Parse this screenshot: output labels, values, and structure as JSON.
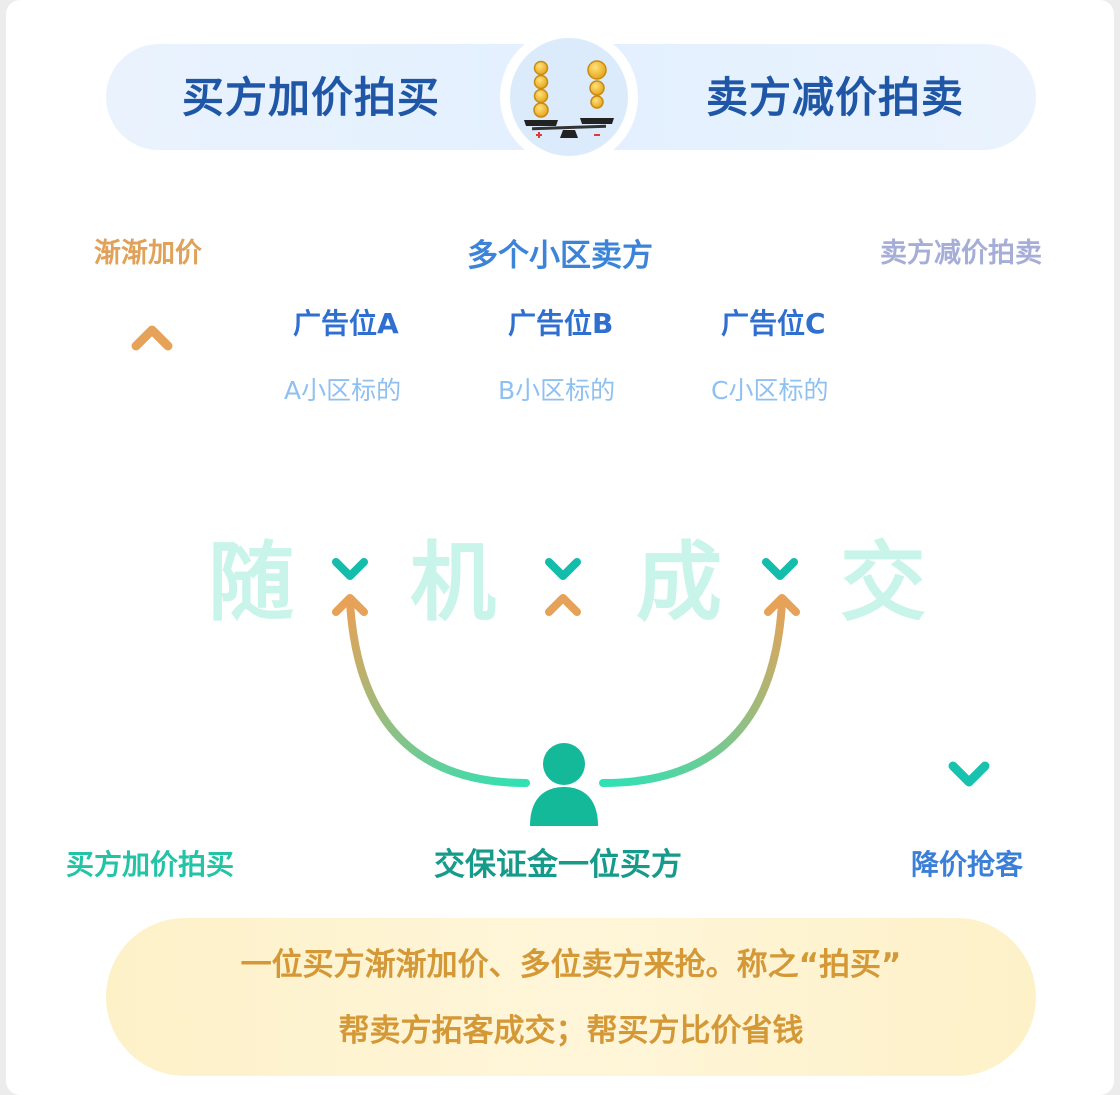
{
  "header": {
    "left_title": "买方加价拍买",
    "right_title": "卖方减价拍卖",
    "center_icon": "balance-scale-coins-icon"
  },
  "diagram": {
    "left_top_label": "渐渐加价",
    "sellers_title": "多个小区卖方",
    "right_top_label": "卖方减价拍卖",
    "ad_slots": [
      {
        "label": "广告位A",
        "target": "A小区标的"
      },
      {
        "label": "广告位B",
        "target": "B小区标的"
      },
      {
        "label": "广告位C",
        "target": "C小区标的"
      }
    ],
    "watermark": [
      "随",
      "机",
      "成",
      "交"
    ],
    "buyer_icon": "person-icon",
    "left_bottom_label": "买方加价拍买",
    "buyer_label": "交保证金一位买方",
    "right_bottom_label": "降价抢客"
  },
  "summary": {
    "line1": "一位买方渐渐加价、多位卖方来抢。称之“拍买”",
    "line2": "帮卖方拓客成交；帮买方比价省钱"
  },
  "colors": {
    "orange": "#e0a25a",
    "teal": "#1fc0a4",
    "blue": "#2e6fcf",
    "lavender": "#a6aed8"
  }
}
